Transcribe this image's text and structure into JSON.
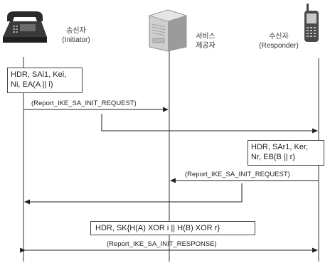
{
  "actors": {
    "initiator": {
      "name_ko": "송신자",
      "name_en": "(Initiator)"
    },
    "provider": {
      "name_line1": "서비스",
      "name_line2": "제공자"
    },
    "responder": {
      "name_ko": "수신자",
      "name_en": "(Responder)"
    }
  },
  "boxes": {
    "initiator_payload": {
      "line1": "HDR, SAi1, Kei,",
      "line2": "Ni, EA(A || i)"
    },
    "responder_payload": {
      "line1": "HDR, SAr1, Ker,",
      "line2": "Nr, EB(B || r)"
    },
    "final_payload": "HDR, SK{H(A) XOR i || H(B) XOR r}"
  },
  "messages": {
    "msg1": "(Report_IKE_SA_INIT_REQUEST)",
    "msg2": "(Report_IKE_SA_INIT_REQUEST)",
    "msg3": "(Report_IKE_SA_INIT_RESPONSE)"
  }
}
